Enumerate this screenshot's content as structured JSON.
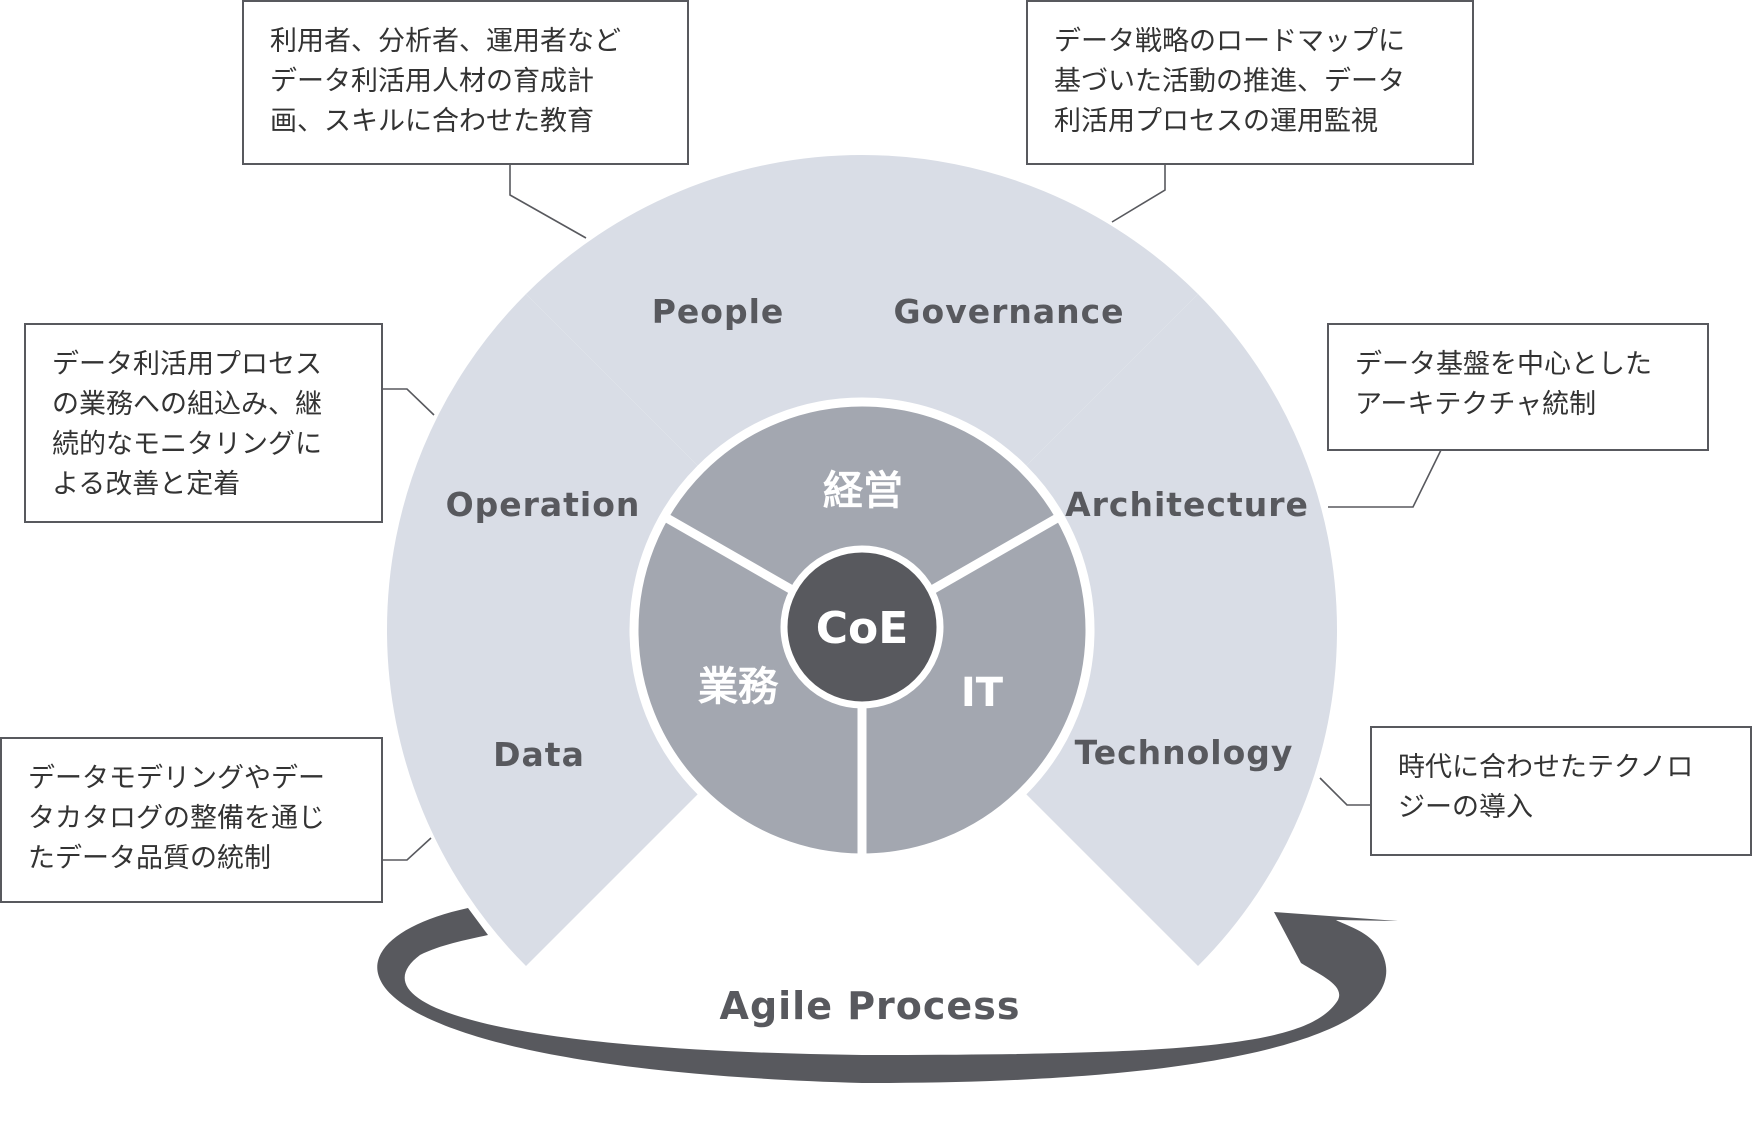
{
  "core": {
    "label": "CoE"
  },
  "mid_ring": {
    "top": "経営",
    "left": "業務",
    "right": "IT"
  },
  "outer_ring": {
    "people": "People",
    "governance": "Governance",
    "operation": "Operation",
    "architecture": "Architecture",
    "data": "Data",
    "technology": "Technology"
  },
  "cycle": {
    "label": "Agile Process"
  },
  "notes": {
    "people": "利用者、分析者、運用者など\nデータ利活用人材の育成計\n画、スキルに合わせた教育",
    "governance": "データ戦略のロードマップに\n基づいた活動の推進、データ\n利活用プロセスの運用監視",
    "operation": "データ利活用プロセス\nの業務への組込み、継\n続的なモニタリングに\nよる改善と定着",
    "architecture": "データ基盤を中心とした\nアーキテクチャ統制",
    "data": "データモデリングやデー\nタカタログの整備を通じ\nたデータ品質の統制",
    "technology": "時代に合わせたテクノロ\nジーの導入"
  },
  "colors": {
    "outer_segment": "#d9dde6",
    "mid_segment": "#a3a7b0",
    "core": "#58595e",
    "arrow": "#58595e",
    "outer_text": "#58595e"
  }
}
